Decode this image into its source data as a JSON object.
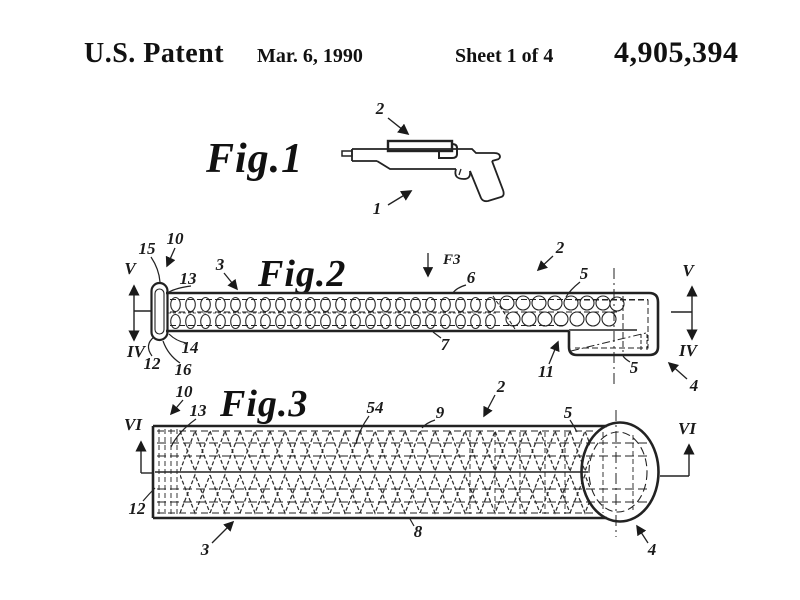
{
  "header": {
    "title": "U.S. Patent",
    "date": "Mar. 6, 1990",
    "sheet": "Sheet 1 of 4",
    "patent_number": "4,905,394"
  },
  "figures": {
    "fig1": {
      "label": "Fig.1",
      "refs": {
        "n2": "2",
        "n1": "1"
      }
    },
    "fig2": {
      "label": "Fig.2",
      "refs": {
        "n15": "15",
        "n10": "10",
        "n13": "13",
        "n3": "3",
        "f3": "F3",
        "n6": "6",
        "n2": "2",
        "n5_top": "5",
        "n7": "7",
        "n11": "11",
        "n5_bottom": "5",
        "n4": "4",
        "n12": "12",
        "n14": "14",
        "n16": "16",
        "v_left": "V",
        "iv_left": "IV",
        "v_right": "V",
        "iv_right": "IV"
      }
    },
    "fig3": {
      "label": "Fig.3",
      "refs": {
        "n10": "10",
        "n13": "13",
        "n54": "54",
        "n9": "9",
        "n2": "2",
        "n5": "5",
        "n12": "12",
        "n3": "3",
        "n8": "8",
        "n4": "4",
        "vi_left": "VI",
        "vi_right": "VI"
      }
    }
  },
  "colors": {
    "ink": "#1a1a1a",
    "paper": "#ffffff"
  }
}
